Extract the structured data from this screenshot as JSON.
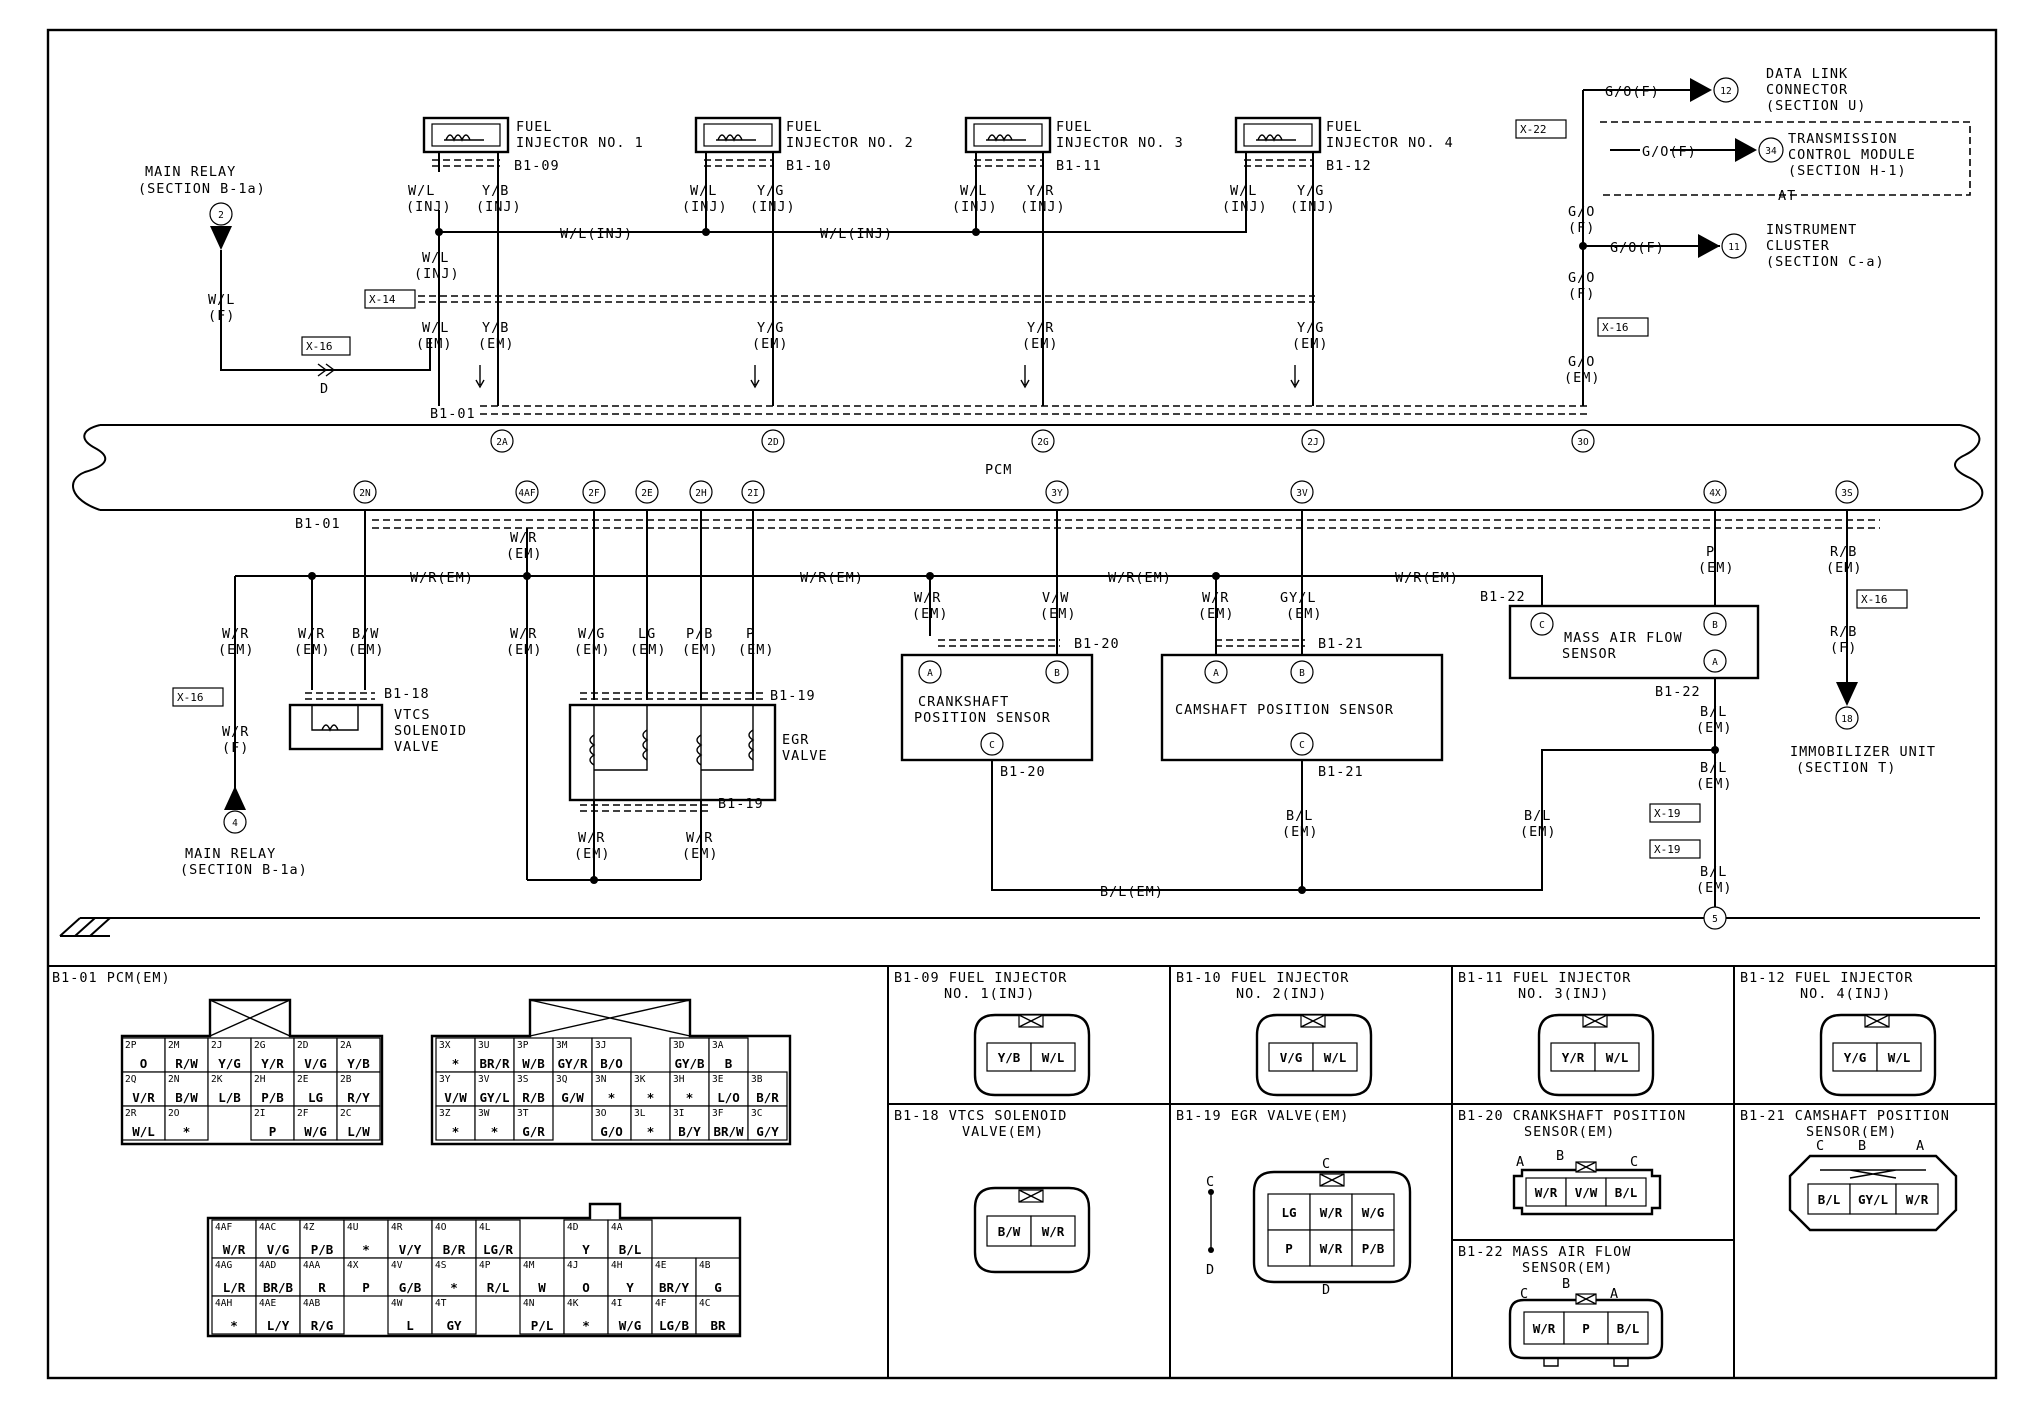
{
  "pcm": {
    "label": "PCM",
    "conn_top": "B1-01",
    "conn_bottom": "B1-01",
    "top_pins": [
      "2A",
      "2D",
      "2G",
      "2J",
      "3O"
    ],
    "bottom_pins": [
      "2N",
      "4AF",
      "2F",
      "2E",
      "2H",
      "2I",
      "3Y",
      "3V",
      "4X",
      "3S"
    ]
  },
  "main_relay_top": {
    "label": "MAIN RELAY",
    "section": "(SECTION B-1a)",
    "num": "2",
    "w1": "W/L",
    "w2": "(F)",
    "conn": "X-16",
    "pin": "D"
  },
  "main_relay_bottom": {
    "label": "MAIN RELAY",
    "section": "(SECTION B-1a)",
    "num": "4",
    "w1": "W/R",
    "w2": "(F)",
    "conn": "X-16",
    "w3": "W/R",
    "w4": "(EM)"
  },
  "injectors": [
    {
      "l1": "FUEL",
      "l2": "INJECTOR NO. 1",
      "conn": "B1-09",
      "w_l": "W/L",
      "w_li": "(INJ)",
      "w_r": "Y/B",
      "w_ri": "(INJ)",
      "em": "Y/B",
      "eml": "(EM)"
    },
    {
      "l1": "FUEL",
      "l2": "INJECTOR NO. 2",
      "conn": "B1-10",
      "w_l": "W/L",
      "w_li": "(INJ)",
      "w_r": "Y/G",
      "w_ri": "(INJ)",
      "em": "Y/G",
      "eml": "(EM)"
    },
    {
      "l1": "FUEL",
      "l2": "INJECTOR NO. 3",
      "conn": "B1-11",
      "w_l": "W/L",
      "w_li": "(INJ)",
      "w_r": "Y/R",
      "w_ri": "(INJ)",
      "em": "Y/R",
      "eml": "(EM)"
    },
    {
      "l1": "FUEL",
      "l2": "INJECTOR NO. 4",
      "conn": "B1-12",
      "w_l": "W/L",
      "w_li": "(INJ)",
      "w_r": "Y/G",
      "w_ri": "(INJ)",
      "em": "Y/G",
      "eml": "(EM)"
    }
  ],
  "inj_bus": {
    "wl1": "W/L(INJ)",
    "wl2": "W/L(INJ)",
    "wl3": "W/L",
    "wl4": "(INJ)",
    "x14": "X-14",
    "em1": "W/L",
    "em2": "(EM)"
  },
  "right_top": {
    "x22": "X-22",
    "go1": "G/O(F)",
    "dlc_num": "12",
    "dlc1": "DATA LINK",
    "dlc2": "CONNECTOR",
    "dlc3": "(SECTION U)",
    "go2": "G/O(F)",
    "tcm_num": "34",
    "tcm1": "TRANSMISSION",
    "tcm2": "CONTROL MODULE",
    "tcm3": "(SECTION H-1)",
    "at": "AT",
    "go3a": "G/O",
    "go3b": "(F)",
    "go4": "G/O(F)",
    "ic_num": "11",
    "ic1": "INSTRUMENT",
    "ic2": "CLUSTER",
    "ic3": "(SECTION C-a)",
    "go5a": "G/O",
    "go5b": "(F)",
    "x16": "X-16",
    "go6a": "G/O",
    "go6b": "(EM)"
  },
  "vtcs": {
    "l1": "VTCS",
    "l2": "SOLENOID",
    "l3": "VALVE",
    "conn": "B1-18",
    "wa": "W/R",
    "wb": "(EM)",
    "wc": "B/W",
    "wd": "(EM)"
  },
  "egr": {
    "l1": "EGR",
    "l2": "VALVE",
    "conn1": "B1-19",
    "conn2": "B1-19",
    "wires": [
      [
        "W/G",
        "(EM)"
      ],
      [
        "LG",
        "(EM)"
      ],
      [
        "P/B",
        "(EM)"
      ],
      [
        "P",
        "(EM)"
      ]
    ],
    "bot": [
      [
        "W/R",
        "(EM)"
      ],
      [
        "W/R",
        "(EM)"
      ]
    ],
    "wr4af": [
      "W/R",
      "(EM)"
    ],
    "wr4af2": [
      "W/R",
      "(EM)"
    ]
  },
  "wr_bus": {
    "l1": "W/R(EM)",
    "l2": "W/R(EM)",
    "l3": "W/R(EM)",
    "l4": "W/R(EM)"
  },
  "ckp": {
    "l1": "CRANKSHAFT",
    "l2": "POSITION SENSOR",
    "conn": "B1-20",
    "conn2": "B1-20",
    "wa": "W/R",
    "wb": "(EM)",
    "wc": "V/W",
    "wd": "(EM)",
    "pa": "A",
    "pb": "B",
    "pc": "C"
  },
  "cmp": {
    "l1": "CAMSHAFT POSITION SENSOR",
    "conn": "B1-21",
    "conn2": "B1-21",
    "wa": "W/R",
    "wb": "(EM)",
    "wc": "GY/L",
    "wd": "(EM)",
    "pa": "A",
    "pb": "B",
    "pc": "C",
    "bl1": "B/L",
    "bl2": "(EM)"
  },
  "maf": {
    "l1": "MASS AIR FLOW",
    "l2": "SENSOR",
    "conn1": "B1-22",
    "conn2": "B1-22",
    "pa": "A",
    "pb": "B",
    "pc": "C",
    "p1": "P",
    "p2": "(EM)",
    "bl1": "B/L",
    "bl2": "(EM)",
    "bl3": "B/L",
    "bl4": "(EM)"
  },
  "ground": {
    "bl_mid": "B/L(EM)",
    "bl_r1": "B/L",
    "bl_r2": "(EM)",
    "x19a": "X-19",
    "x19b": "X-19",
    "bl_b1": "B/L",
    "bl_b2": "(EM)",
    "num": "5"
  },
  "immo": {
    "w1": "R/B",
    "w2": "(EM)",
    "x16": "X-16",
    "w3": "R/B",
    "w4": "(F)",
    "num": "18",
    "l1": "IMMOBILIZER UNIT",
    "l2": "(SECTION T)"
  },
  "views": {
    "pcm": "B1-01 PCM(EM)",
    "inj1": [
      "B1-09 FUEL INJECTOR",
      "NO. 1(INJ)"
    ],
    "inj2": [
      "B1-10 FUEL INJECTOR",
      "NO. 2(INJ)"
    ],
    "inj3": [
      "B1-11 FUEL INJECTOR",
      "NO. 3(INJ)"
    ],
    "inj4": [
      "B1-12 FUEL INJECTOR",
      "NO. 4(INJ)"
    ],
    "vtcs": [
      "B1-18 VTCS SOLENOID",
      "VALVE(EM)"
    ],
    "egr": [
      "B1-19 EGR VALVE(EM)"
    ],
    "ckp": [
      "B1-20 CRANKSHAFT POSITION",
      "SENSOR(EM)"
    ],
    "cmp": [
      "B1-21 CAMSHAFT POSITION",
      "SENSOR(EM)"
    ],
    "maf": [
      "B1-22 MASS AIR FLOW",
      "SENSOR(EM)"
    ]
  },
  "inj_cells": [
    [
      "Y/B",
      "W/L"
    ],
    [
      "V/G",
      "W/L"
    ],
    [
      "Y/R",
      "W/L"
    ],
    [
      "Y/G",
      "W/L"
    ]
  ],
  "vtcs_cells": [
    "B/W",
    "W/R"
  ],
  "egr_cells": {
    "top": [
      "LG",
      "W/R",
      "W/G"
    ],
    "bot": [
      "P",
      "W/R",
      "P/B"
    ],
    "c": "C",
    "d": "D",
    "lc": "C",
    "ld": "D"
  },
  "ckp_cells": {
    "cells": [
      "W/R",
      "V/W",
      "B/L"
    ],
    "a": "A",
    "b": "B",
    "c": "C"
  },
  "cmp_cells": {
    "cells": [
      "B/L",
      "GY/L",
      "W/R"
    ],
    "a": "A",
    "b": "B",
    "c": "C"
  },
  "maf_cells": {
    "cells": [
      "W/R",
      "P",
      "B/L"
    ],
    "a": "A",
    "b": "B",
    "c": "C"
  },
  "pcm_grid1": [
    [
      [
        "2P",
        "O"
      ],
      [
        "2M",
        "R/W"
      ],
      [
        "2J",
        "Y/G"
      ],
      [
        "2G",
        "Y/R"
      ],
      [
        "2D",
        "V/G"
      ],
      [
        "2A",
        "Y/B"
      ]
    ],
    [
      [
        "2Q",
        "V/R"
      ],
      [
        "2N",
        "B/W"
      ],
      [
        "2K",
        "L/B"
      ],
      [
        "2H",
        "P/B"
      ],
      [
        "2E",
        "LG"
      ],
      [
        "2B",
        "R/Y"
      ]
    ],
    [
      [
        "2R",
        "W/L"
      ],
      [
        "2O",
        "*"
      ],
      [
        "",
        ""
      ],
      [
        "2I",
        "P"
      ],
      [
        "2F",
        "W/G"
      ],
      [
        "2C",
        "L/W"
      ]
    ]
  ],
  "pcm_grid2": [
    [
      [
        "3X",
        "*"
      ],
      [
        "3U",
        "BR/R"
      ],
      [
        "3P",
        "W/B"
      ],
      [
        "3M",
        "GY/R"
      ],
      [
        "3J",
        "B/O"
      ],
      [
        "",
        ""
      ],
      [
        "3D",
        "GY/B"
      ],
      [
        "3A",
        "B"
      ]
    ],
    [
      [
        "3Y",
        "V/W"
      ],
      [
        "3V",
        "GY/L"
      ],
      [
        "3S",
        "R/B"
      ],
      [
        "3Q",
        "G/W"
      ],
      [
        "3N",
        "*"
      ],
      [
        "3K",
        "*"
      ],
      [
        "3H",
        "*"
      ],
      [
        "3E",
        "L/O"
      ],
      [
        "3B",
        "B/R"
      ]
    ],
    [
      [
        "3Z",
        "*"
      ],
      [
        "3W",
        "*"
      ],
      [
        "3T",
        "G/R"
      ],
      [
        "",
        ""
      ],
      [
        "3O",
        "G/O"
      ],
      [
        "3L",
        "*"
      ],
      [
        "3I",
        "B/Y"
      ],
      [
        "3F",
        "BR/W"
      ],
      [
        "3C",
        "G/Y"
      ]
    ]
  ],
  "pcm_grid3": [
    [
      [
        "4AF",
        "W/R"
      ],
      [
        "4AC",
        "V/G"
      ],
      [
        "4Z",
        "P/B"
      ],
      [
        "4U",
        "*"
      ],
      [
        "4R",
        "V/Y"
      ],
      [
        "4O",
        "B/R"
      ],
      [
        "4L",
        "LG/R"
      ],
      [
        "",
        ""
      ],
      [
        "4D",
        "Y"
      ],
      [
        "4A",
        "B/L"
      ]
    ],
    [
      [
        "4AG",
        "L/R"
      ],
      [
        "4AD",
        "BR/B"
      ],
      [
        "4AA",
        "R"
      ],
      [
        "4X",
        "P"
      ],
      [
        "4V",
        "G/B"
      ],
      [
        "4S",
        "*"
      ],
      [
        "4P",
        "R/L"
      ],
      [
        "4M",
        "W"
      ],
      [
        "4J",
        "O"
      ],
      [
        "4H",
        "Y"
      ],
      [
        "4E",
        "BR/Y"
      ],
      [
        "4B",
        "G"
      ]
    ],
    [
      [
        "4AH",
        "*"
      ],
      [
        "4AE",
        "L/Y"
      ],
      [
        "4AB",
        "R/G"
      ],
      [
        "",
        ""
      ],
      [
        "4W",
        "L"
      ],
      [
        "4T",
        "GY"
      ],
      [
        "",
        ""
      ],
      [
        "4N",
        "P/L"
      ],
      [
        "4K",
        "*"
      ],
      [
        "4I",
        "W/G"
      ],
      [
        "4F",
        "LG/B"
      ],
      [
        "4C",
        "BR"
      ]
    ]
  ]
}
